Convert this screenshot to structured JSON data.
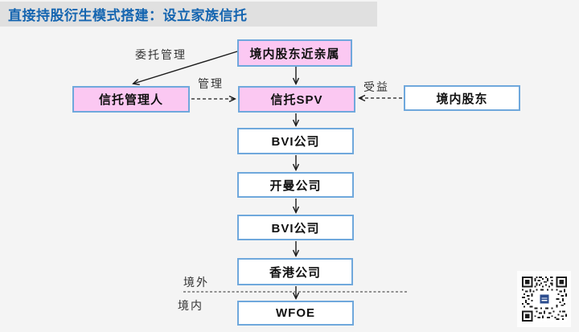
{
  "title": {
    "text": "直接持股衍生模式搭建：设立家族信托"
  },
  "diagram": {
    "nodes": [
      {
        "id": "domestic-shareholder-kin",
        "label": "境内股东近亲属",
        "style": "pink"
      },
      {
        "id": "trust-manager",
        "label": "信托管理人",
        "style": "pink"
      },
      {
        "id": "trust-spv",
        "label": "信托SPV",
        "style": "pink"
      },
      {
        "id": "domestic-shareholder",
        "label": "境内股东",
        "style": "white"
      },
      {
        "id": "bvi-company-1",
        "label": "BVI公司",
        "style": "white"
      },
      {
        "id": "cayman-company",
        "label": "开曼公司",
        "style": "white"
      },
      {
        "id": "bvi-company-2",
        "label": "BVI公司",
        "style": "white"
      },
      {
        "id": "hongkong-company",
        "label": "香港公司",
        "style": "white"
      },
      {
        "id": "wfoe",
        "label": "WFOE",
        "style": "white"
      }
    ],
    "edge_labels": {
      "entrust_manage": "委托管理",
      "manage": "管理",
      "benefit": "受益"
    },
    "regions": {
      "offshore": "境外",
      "onshore": "境内"
    }
  },
  "icons": {
    "qr_code": "qr-code"
  },
  "colors": {
    "page_background": "#f4f4f4",
    "title_bar_background": "#e0e0e0",
    "title_text": "#1565b0",
    "box_border": "#6fa8dc",
    "pink_fill": "#fbc8f2",
    "white_fill": "#ffffff",
    "arrow": "#1a1a1a",
    "qr_center": "#2a4b8d"
  }
}
